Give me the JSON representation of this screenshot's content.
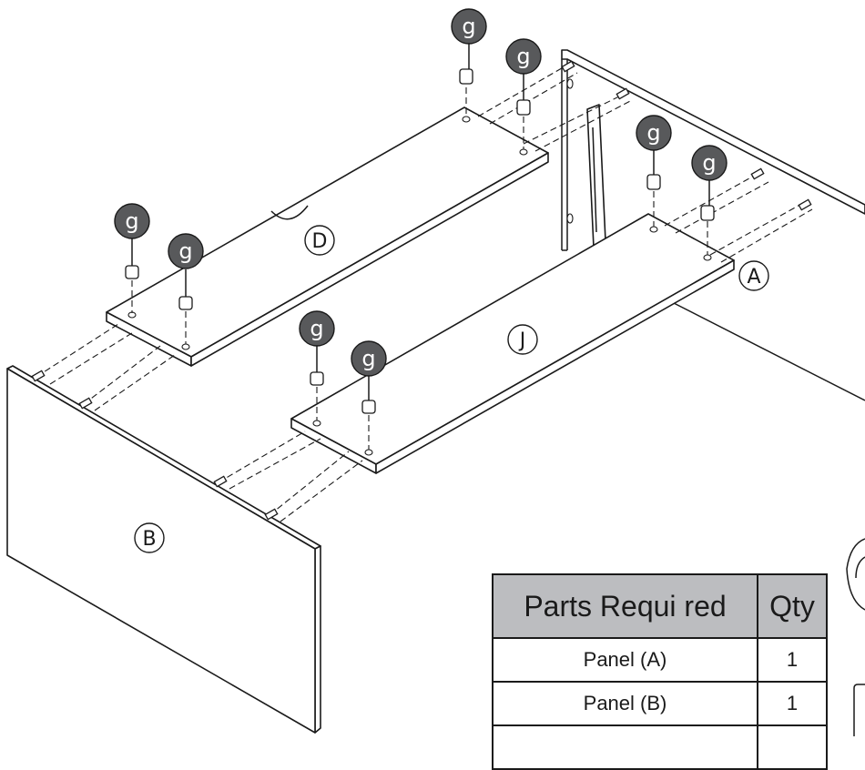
{
  "panel_labels": {
    "a": "A",
    "b": "B",
    "d": "D",
    "j": "J"
  },
  "callout": "g",
  "table": {
    "header": {
      "part": "Parts Requi red",
      "qty": "Qty"
    },
    "rows": [
      {
        "part": "Panel (A)",
        "qty": "1"
      },
      {
        "part": "Panel (B)",
        "qty": "1"
      },
      {
        "part": "",
        "qty": ""
      }
    ]
  },
  "colors": {
    "callout_fill": "#58595b",
    "table_header": "#bcbdc0",
    "line": "#1a1a1a"
  }
}
